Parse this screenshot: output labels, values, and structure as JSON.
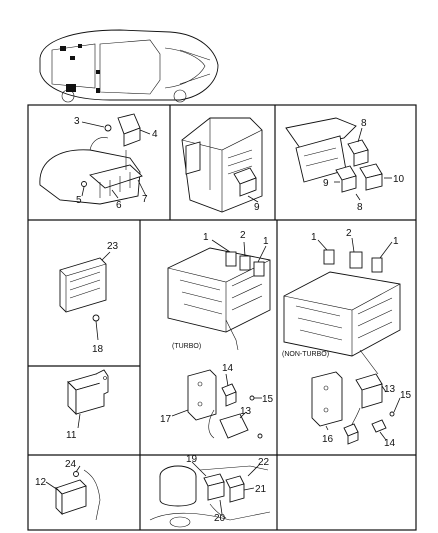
{
  "callouts": {
    "c1": "1",
    "c2": "2",
    "c3": "3",
    "c4": "4",
    "c5": "5",
    "c6": "6",
    "c7": "7",
    "c8": "8",
    "c9": "9",
    "c10": "10",
    "c11": "11",
    "c12": "12",
    "c13": "13",
    "c14": "14",
    "c15": "15",
    "c16": "16",
    "c17": "17",
    "c18": "18",
    "c19": "19",
    "c20": "20",
    "c21": "21",
    "c22": "22",
    "c23": "23",
    "c24": "24"
  },
  "labels": {
    "turbo": "(TURBO)",
    "non_turbo": "(NON-TURBO)"
  }
}
